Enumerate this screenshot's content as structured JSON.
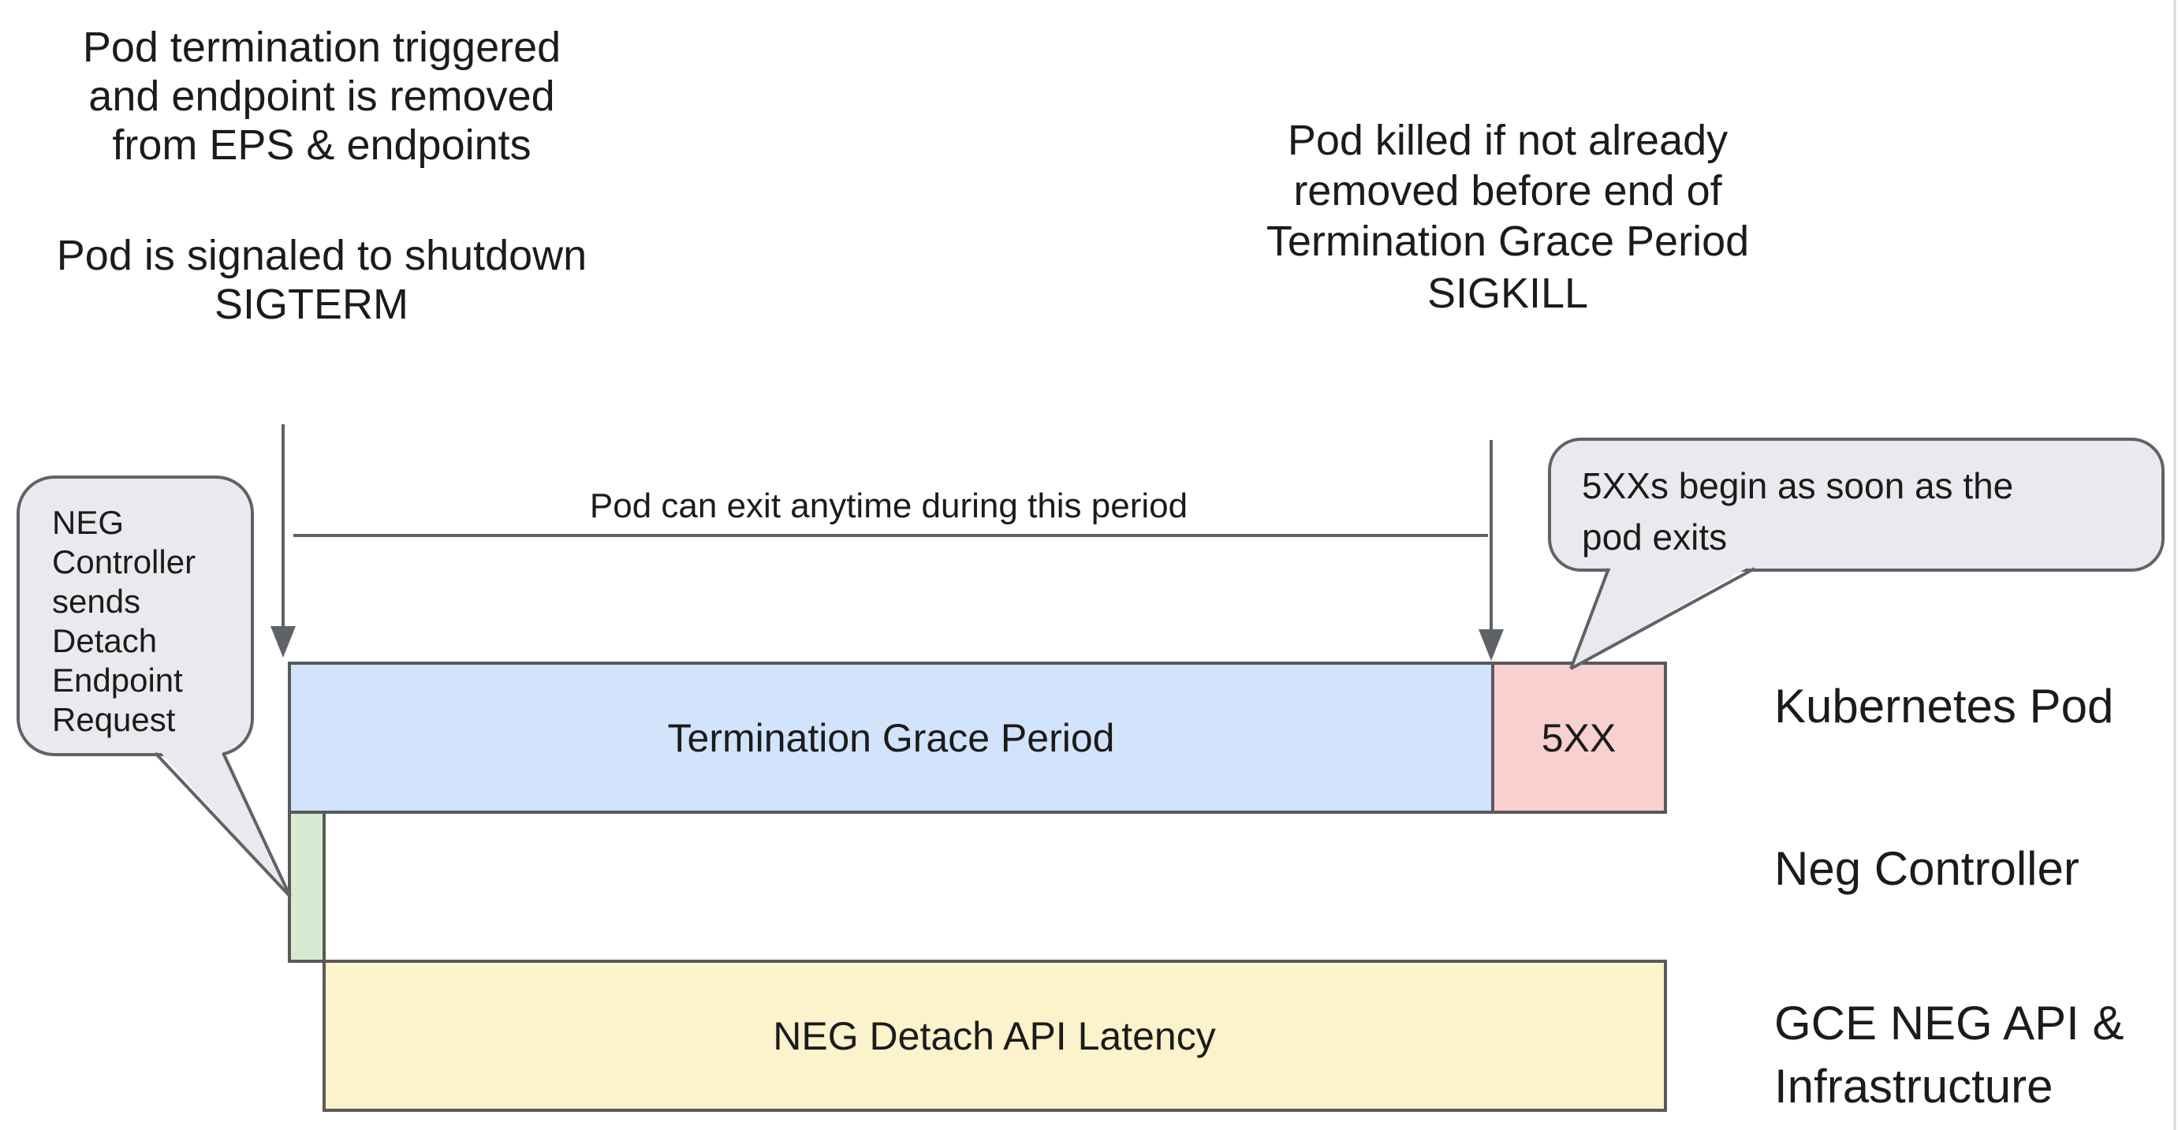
{
  "colors": {
    "background": "#ffffff",
    "stroke_dark": "#5f6368",
    "text": "#1b1b1b",
    "callout_fill": "#e9eaed",
    "bar_blue": "#d2e3fc",
    "bar_pink": "#f8d0d0",
    "bar_green": "#d9ead3",
    "bar_yellow": "#fcf2cb"
  },
  "notes": {
    "termination_trigger": {
      "lines": [
        "Pod termination triggered",
        "and endpoint is removed",
        "from EPS & endpoints"
      ]
    },
    "sigterm": {
      "lines": [
        "Pod is signaled to shutdown",
        "SIGTERM"
      ]
    },
    "sigkill": {
      "lines": [
        "Pod killed if not already",
        "removed before end of",
        "Termination Grace Period",
        "SIGKILL"
      ]
    },
    "pod_can_exit": "Pod can exit anytime during this period"
  },
  "callouts": {
    "neg_controller_request": {
      "lines": [
        "NEG",
        "Controller",
        "sends",
        "Detach",
        "Endpoint",
        "Request"
      ],
      "fill": "#e9eaed"
    },
    "fivexx_begin": {
      "lines": [
        "5XXs begin as soon as the",
        "pod exits"
      ],
      "fill": "#e9eaed"
    }
  },
  "bars": {
    "termination_grace_period": {
      "label": "Termination Grace Period",
      "fill": "#d2e3fc"
    },
    "fivexx": {
      "label": "5XX",
      "fill": "#f8d0d0"
    },
    "detach_endpoint": {
      "fill": "#d9ead3"
    },
    "neg_detach_latency": {
      "label": "NEG Detach API Latency",
      "fill": "#fcf2cb"
    }
  },
  "rows": {
    "kubernetes_pod": "Kubernetes Pod",
    "neg_controller": "Neg Controller",
    "gce_neg_api": {
      "lines": [
        "GCE NEG API &",
        "Infrastructure"
      ]
    }
  }
}
